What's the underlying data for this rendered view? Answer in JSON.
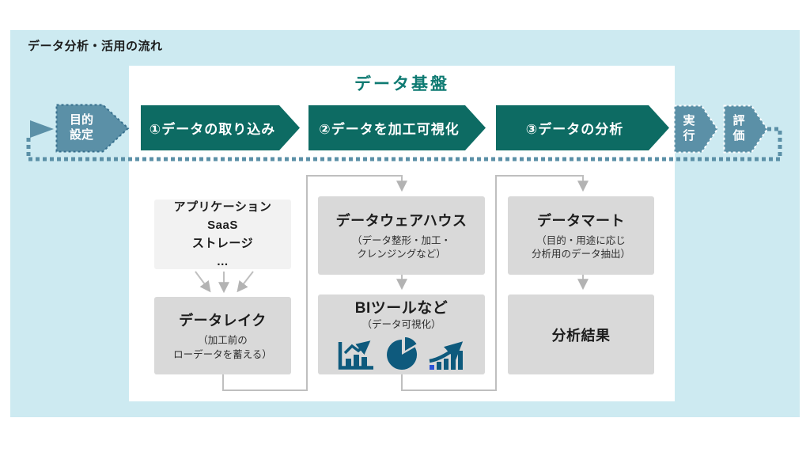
{
  "page": {
    "title": "データ分析・活用の流れ",
    "platform_title": "データ基盤"
  },
  "flow": {
    "goal_label": "目的\n設定",
    "steps": [
      {
        "label": "①データの取り込み"
      },
      {
        "label": "②データを加工可視化"
      },
      {
        "label": "③データの分析"
      }
    ],
    "execute_label": "実\n行",
    "evaluate_label": "評\n価"
  },
  "boxes": {
    "sources": {
      "title": "アプリケーション\nSaaS\nストレージ\n…"
    },
    "datalake": {
      "title": "データレイク",
      "subtitle": "（加工前の\nローデータを蓄える）"
    },
    "warehouse": {
      "title": "データウェアハウス",
      "subtitle": "（データ整形・加工・\nクレンジングなど）"
    },
    "bi": {
      "title": "BIツールなど",
      "subtitle": "（データ可視化）"
    },
    "mart": {
      "title": "データマート",
      "subtitle": "（目的・用途に応じ\n分析用のデータ抽出）"
    },
    "result": {
      "title": "分析結果"
    }
  },
  "icons": [
    "bar-chart-trend-icon",
    "pie-chart-icon",
    "growth-bars-icon"
  ],
  "colors": {
    "teal_dark": "#0d6b63",
    "teal_text": "#0e7a72",
    "steel_blue": "#5b90a7",
    "steel_border": "#37708e",
    "bg_blue": "#cdeaf1",
    "box_light": "#f2f2f2",
    "box_gray": "#d9d9d9",
    "connector_gray": "#bfbfbf",
    "icon_blue": "#0e5a7d",
    "icon_accent": "#2d53d6"
  }
}
